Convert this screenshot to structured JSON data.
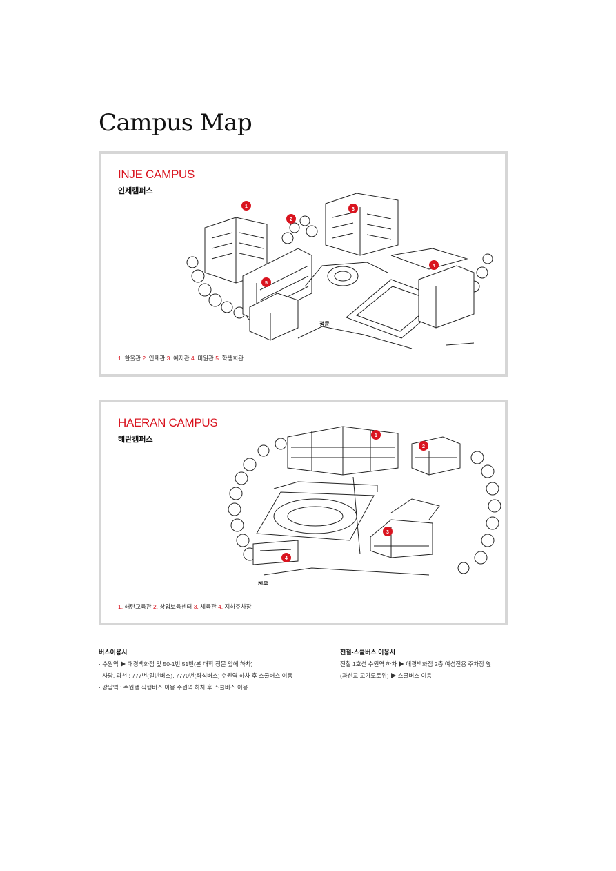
{
  "page": {
    "title": "Campus Map"
  },
  "inje": {
    "title": "INJE CAMPUS",
    "subtitle": "인제캠퍼스",
    "gate_label": "정문",
    "markers": [
      "1",
      "2",
      "3",
      "4",
      "5"
    ],
    "legend": [
      {
        "num": "1.",
        "name": "한울관"
      },
      {
        "num": "2.",
        "name": "인제관"
      },
      {
        "num": "3.",
        "name": "예지관"
      },
      {
        "num": "4.",
        "name": "미원관"
      },
      {
        "num": "5.",
        "name": "학생회관"
      }
    ]
  },
  "haeran": {
    "title": "HAERAN CAMPUS",
    "subtitle": "해란캠퍼스",
    "gate_label": "정문",
    "markers": [
      "1",
      "2",
      "3",
      "4"
    ],
    "legend": [
      {
        "num": "1.",
        "name": "해란교육관"
      },
      {
        "num": "2.",
        "name": "창업보육센터"
      },
      {
        "num": "3.",
        "name": "체육관"
      },
      {
        "num": "4.",
        "name": "지하주차장"
      }
    ]
  },
  "bus": {
    "heading": "버스이용시",
    "lines": [
      "· 수원역 ▶ 애경백화점 앞 50-1번,51번(본 대학 정문 앞에 하차)",
      "· 사당, 과천 : 777번(일반버스), 7770번(좌석버스) 수원역 하차 후 스쿨버스 이용",
      "· 강남역 : 수원행 직행버스 이용 수원역 하차 후 스쿨버스 이용"
    ]
  },
  "subway": {
    "heading": "전철-스쿨버스 이용시",
    "lines": [
      "전철 1호선 수원역 하차 ▶ 애경백화점 2층 여성전용 주차장 옆",
      "(과선교 고가도로위) ▶ 스쿨버스 이용"
    ]
  }
}
